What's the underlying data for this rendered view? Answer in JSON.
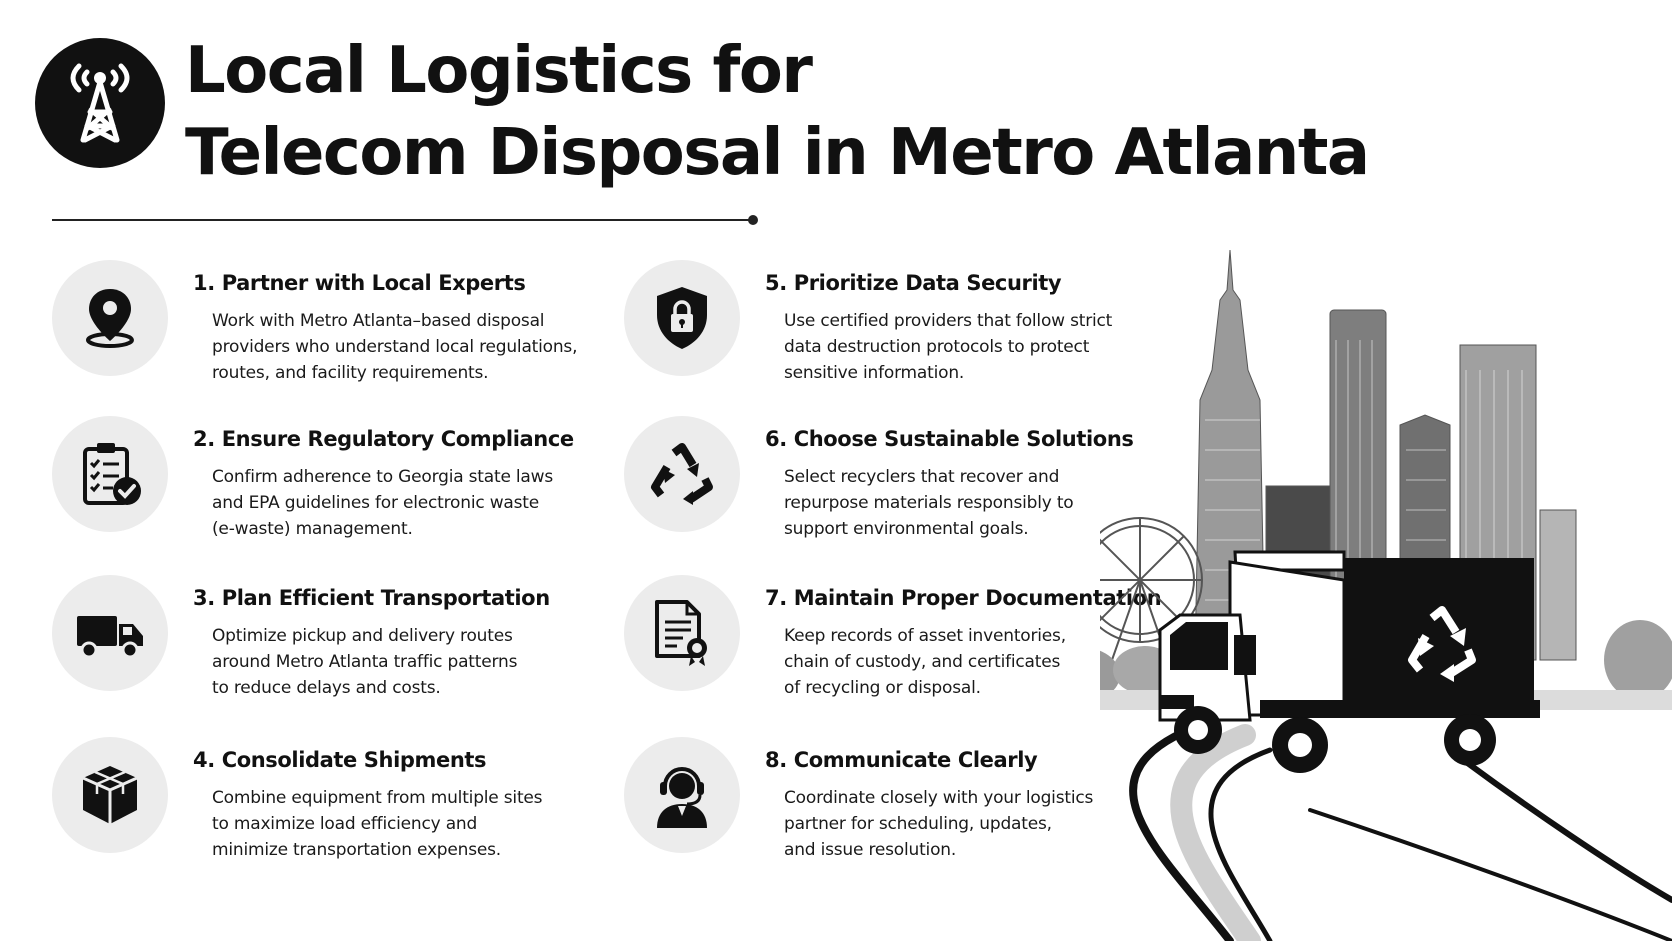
{
  "header": {
    "title_lines": [
      "Local Logistics for",
      "Telecom Disposal in Metro Atlanta"
    ],
    "logo_icon": "radio-tower-icon"
  },
  "tips": [
    {
      "title": "1. Partner with Local Experts",
      "icon": "map-pin-icon",
      "lines": [
        "Work with Metro Atlanta–based disposal",
        "providers who understand local regulations,",
        "routes, and facility requirements."
      ]
    },
    {
      "title": "2. Ensure Regulatory Compliance",
      "icon": "clipboard-check-icon",
      "lines": [
        "Confirm adherence to Georgia state laws",
        "and EPA guidelines for electronic waste",
        "(e-waste) management."
      ]
    },
    {
      "title": "3. Plan Efficient Transportation",
      "icon": "truck-icon",
      "lines": [
        "Optimize pickup and delivery routes",
        "around Metro Atlanta traffic patterns",
        "to reduce delays and costs."
      ]
    },
    {
      "title": "4. Consolidate Shipments",
      "icon": "boxes-icon",
      "lines": [
        "Combine equipment from multiple sites",
        "to maximize load efficiency and",
        "minimize transportation expenses."
      ]
    },
    {
      "title": "5. Prioritize Data Security",
      "icon": "shield-lock-icon",
      "lines": [
        "Use certified providers that follow strict",
        "data destruction protocols to protect",
        "sensitive information."
      ]
    },
    {
      "title": "6. Choose Sustainable Solutions",
      "icon": "recycle-icon",
      "lines": [
        "Select recyclers that recover and",
        "repurpose materials responsibly to",
        "support environmental goals."
      ]
    },
    {
      "title": "7. Maintain Proper Documentation",
      "icon": "certificate-document-icon",
      "lines": [
        "Keep records of asset inventories,",
        "chain of custody, and certificates",
        "of recycling or disposal."
      ]
    },
    {
      "title": "8. Communicate Clearly",
      "icon": "headset-agent-icon",
      "lines": [
        "Coordinate closely with your logistics",
        "partner for scheduling, updates,",
        "and issue resolution."
      ]
    }
  ],
  "illustration": {
    "name": "atlanta-skyline-recycling-truck-illustration"
  },
  "colors": {
    "ink": "#111111",
    "icon_circle": "#ececec",
    "background": "#ffffff"
  }
}
